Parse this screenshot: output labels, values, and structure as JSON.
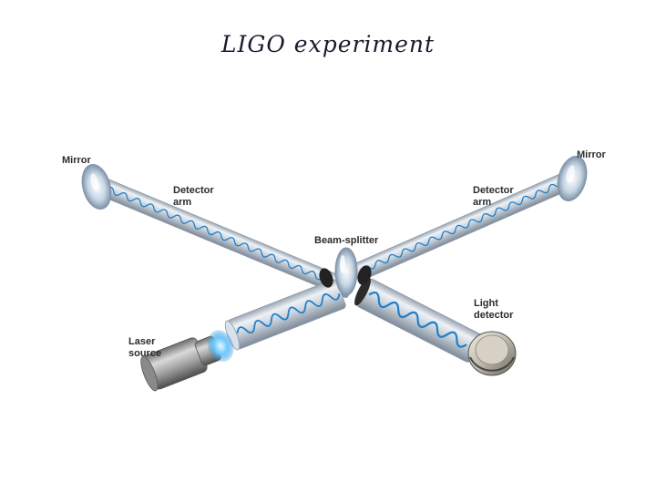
{
  "title": "LIGO experiment",
  "labels": {
    "mirror_left": "Mirror",
    "mirror_right": "Mirror",
    "detector_arm_left": "Detector\narm",
    "detector_arm_right": "Detector\narm",
    "beam_splitter": "Beam-splitter",
    "light_detector": "Light\ndetector",
    "laser_source": "Laser\nsource"
  },
  "colors": {
    "tube_light": "#eef2f6",
    "tube_mid": "#c3ccd6",
    "tube_dark": "#8c98a6",
    "wave": "#1f7ec8",
    "laser_glow": "#5fc4ff"
  }
}
